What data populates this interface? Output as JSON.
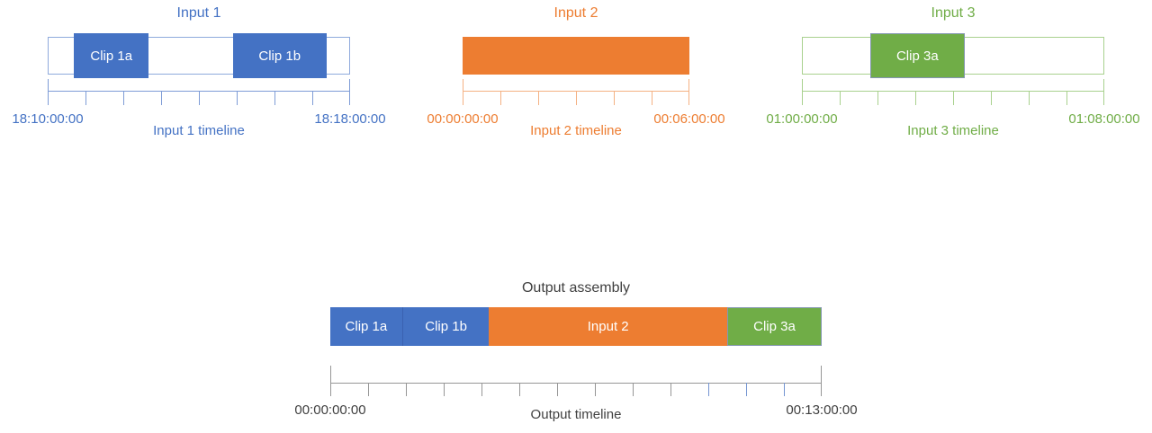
{
  "canvas": {
    "background": "#FFFFFF"
  },
  "inputs": [
    {
      "title": "Input 1",
      "accent": "#4472C4",
      "text_color": "#4472C4",
      "bar_border": "#8FAADC",
      "ruler_color": "#7E9CD6",
      "bar_style": "outlined",
      "duration_min": 8,
      "ruler_divisions": 8,
      "start_label": "18:10:00:00",
      "end_label": "18:18:00:00",
      "timeline_label": "Input 1 timeline",
      "clips": [
        {
          "label": "Clip 1a",
          "start_min": 0.67,
          "duration_min": 2.0,
          "fill": "#4472C4"
        },
        {
          "label": "Clip 1b",
          "start_min": 4.9,
          "duration_min": 2.5,
          "fill": "#4472C4"
        }
      ]
    },
    {
      "title": "Input 2",
      "accent": "#ED7D31",
      "text_color": "#ED7D31",
      "bar_fill": "#ED7D31",
      "ruler_color": "#F4B183",
      "bar_style": "filled",
      "duration_min": 6,
      "ruler_divisions": 6,
      "start_label": "00:00:00:00",
      "end_label": "00:06:00:00",
      "timeline_label": "Input 2 timeline",
      "clips": []
    },
    {
      "title": "Input 3",
      "accent": "#70AD47",
      "text_color": "#70AD47",
      "bar_border": "#A9D18E",
      "ruler_color": "#A9D18E",
      "bar_style": "outlined",
      "duration_min": 8,
      "ruler_divisions": 8,
      "start_label": "01:00:00:00",
      "end_label": "01:08:00:00",
      "timeline_label": "Input 3 timeline",
      "clips": [
        {
          "label": "Clip 3a",
          "start_min": 1.8,
          "duration_min": 2.5,
          "fill": "#70AD47",
          "border": "#8497B0"
        }
      ]
    }
  ],
  "output": {
    "title": "Output assembly",
    "text_color": "#404040",
    "ruler_color": "#969696",
    "highlight_tick_color": "#7495D2",
    "highlight_tick_indices": [
      10,
      11,
      12
    ],
    "duration_min": 13,
    "ruler_divisions": 13,
    "start_label": "00:00:00:00",
    "end_label": "00:13:00:00",
    "timeline_label": "Output timeline",
    "segments": [
      {
        "label": "Clip 1a",
        "duration_min": 1.9,
        "fill": "#4472C4"
      },
      {
        "label": "Clip 1b",
        "duration_min": 2.3,
        "fill": "#4472C4",
        "divider_left": "#3A62B0"
      },
      {
        "label": "Input 2",
        "duration_min": 6.3,
        "fill": "#ED7D31"
      },
      {
        "label": "Clip 3a",
        "duration_min": 2.5,
        "fill": "#70AD47",
        "border": "#8497B0"
      }
    ]
  }
}
